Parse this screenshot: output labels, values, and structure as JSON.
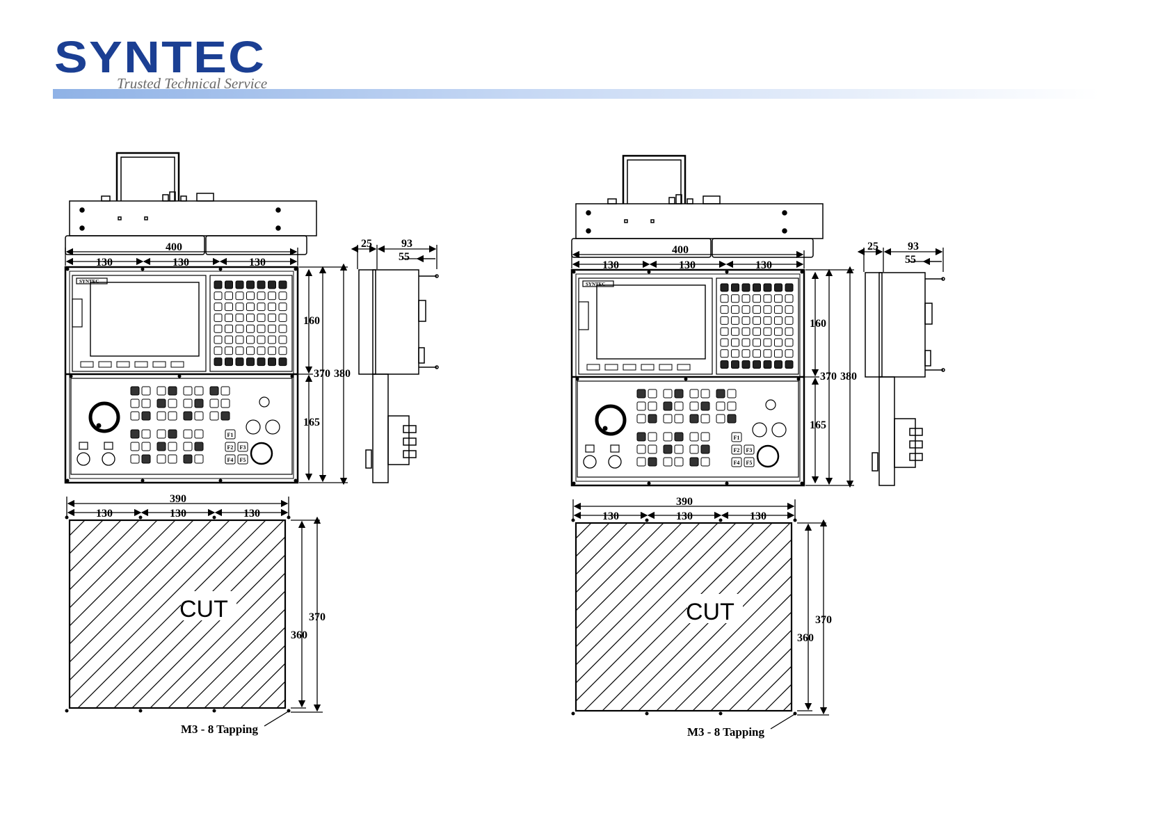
{
  "header": {
    "brand": "SYNTEC",
    "tagline": "Trusted Technical Service",
    "brand_color": "#1b3f93",
    "rule_color": "#8fb2e6"
  },
  "left_drawing": {
    "panel_label": "SYNTEC",
    "dim_total_width": "400",
    "dim_col1": "130",
    "dim_col2": "130",
    "dim_col3": "130",
    "dim_upper_height": "160",
    "dim_lower_height": "165",
    "dim_panel_height": "370",
    "dim_total_height": "380",
    "side_dim_front": "25",
    "side_dim_depth": "93",
    "side_dim_body": "55",
    "function_keys": [
      "F1",
      "F2",
      "F3",
      "F4",
      "F5"
    ],
    "cutout_width": "390",
    "cutout_col1": "130",
    "cutout_col2": "130",
    "cutout_col3": "130",
    "cutout_inner_height": "360",
    "cutout_outer_height": "370",
    "cut_label": "CUT",
    "tapping_label": "M3 - 8 Tapping"
  },
  "right_drawing": {
    "panel_label": "SYNTEC",
    "dim_total_width": "400",
    "dim_col1": "130",
    "dim_col2": "130",
    "dim_col3": "130",
    "dim_upper_height": "160",
    "dim_lower_height": "165",
    "dim_panel_height": "370",
    "dim_total_height": "380",
    "side_dim_front": "25",
    "side_dim_depth": "93",
    "side_dim_body": "55",
    "function_keys": [
      "F1",
      "F2",
      "F3",
      "F4",
      "F5"
    ],
    "cutout_width": "390",
    "cutout_col1": "130",
    "cutout_col2": "130",
    "cutout_col3": "130",
    "cutout_inner_height": "360",
    "cutout_outer_height": "370",
    "cut_label": "CUT",
    "tapping_label": "M3 - 8 Tapping"
  }
}
